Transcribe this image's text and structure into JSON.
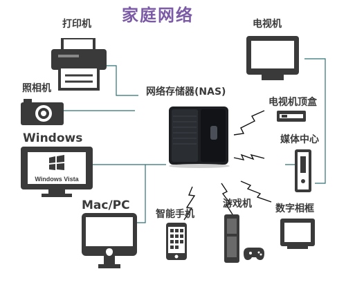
{
  "title": "家庭网络",
  "center": {
    "label": "网络存储器(NAS)"
  },
  "devices": [
    {
      "id": "printer",
      "label": "打印机",
      "icon": "printer-icon"
    },
    {
      "id": "camera",
      "label": "照相机",
      "icon": "camera-icon"
    },
    {
      "id": "windows",
      "label": "Windows",
      "icon": "windows-pc-icon",
      "screen_text": "Windows Vista"
    },
    {
      "id": "mac",
      "label": "Mac/PC",
      "icon": "mac-pc-icon"
    },
    {
      "id": "smartphone",
      "label": "智能手机",
      "icon": "smartphone-icon"
    },
    {
      "id": "game",
      "label": "游戏机",
      "icon": "game-console-icon"
    },
    {
      "id": "frame",
      "label": "数字相框",
      "icon": "digital-frame-icon"
    },
    {
      "id": "media",
      "label": "媒体中心",
      "icon": "media-center-icon"
    },
    {
      "id": "stb",
      "label": "电视机顶盒",
      "icon": "set-top-box-icon"
    },
    {
      "id": "tv",
      "label": "电视机",
      "icon": "tv-icon"
    }
  ],
  "colors": {
    "title": "#7b5aa6",
    "link": "#2e6f74",
    "icon_dark": "#3a3a3a",
    "text": "#3a3a3a"
  }
}
